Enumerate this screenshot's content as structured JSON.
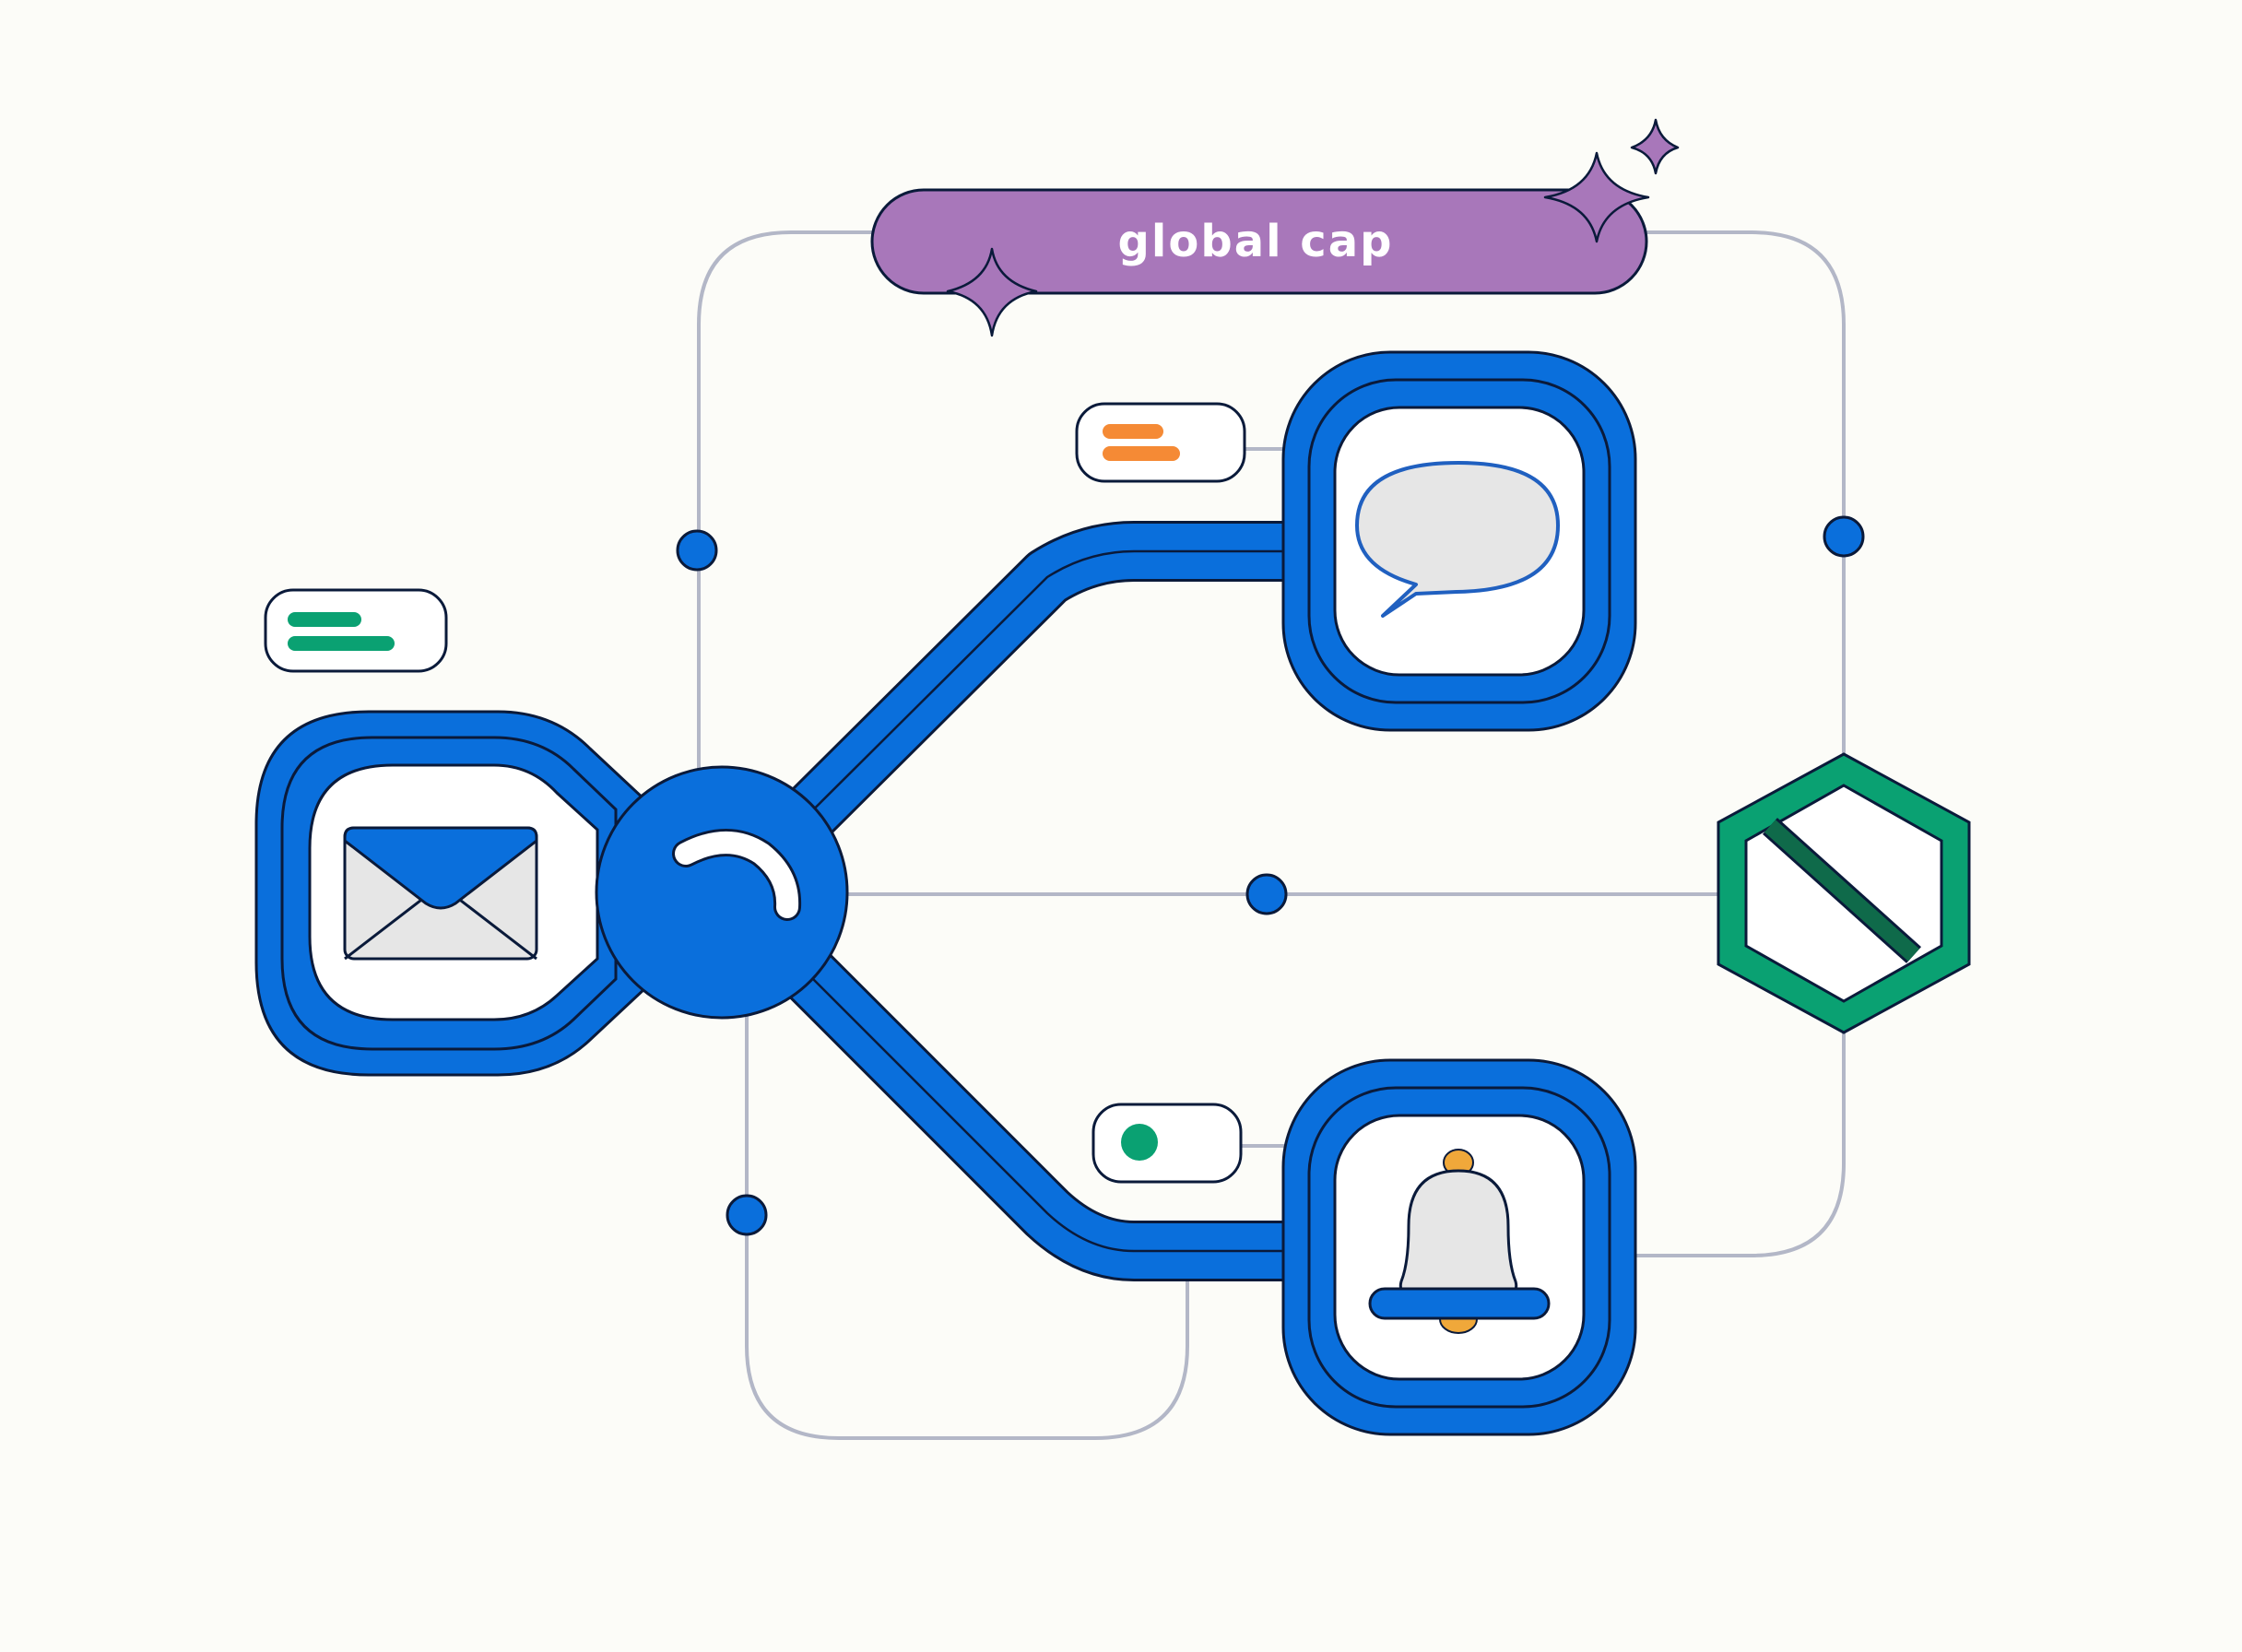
{
  "banner": {
    "label": "global cap"
  },
  "colors": {
    "background": "#fcfcf8",
    "outline": "#0a1a3a",
    "blue": "#0a6fdc",
    "purple": "#a877ba",
    "green": "#0aa172",
    "dark_green": "#0f6a4a",
    "orange": "#f58a35",
    "bell_clapper": "#f0a83a",
    "light_gray": "#e6e6e6",
    "connector_gray": "#b3b7c7",
    "white": "#ffffff"
  },
  "nodes": [
    {
      "id": "email",
      "icon": "envelope-icon"
    },
    {
      "id": "hub",
      "icon": "hub-arc-icon"
    },
    {
      "id": "chat",
      "icon": "speech-bubble-icon"
    },
    {
      "id": "notify",
      "icon": "bell-icon"
    },
    {
      "id": "blocked",
      "icon": "no-entry-hexagon-icon"
    }
  ],
  "tags": [
    {
      "id": "email-tag",
      "color": "green",
      "kind": "lines"
    },
    {
      "id": "chat-tag",
      "color": "orange",
      "kind": "lines"
    },
    {
      "id": "notify-tag",
      "color": "green",
      "kind": "dot"
    }
  ]
}
